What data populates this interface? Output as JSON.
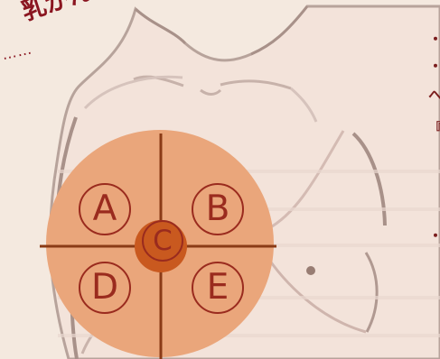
{
  "title_banner": "乳がんので",
  "ellipsis": "……",
  "quadrant_labels": {
    "a": "A",
    "b": "B",
    "c": "C",
    "d": "D",
    "e": "E"
  },
  "edge_text": [
    "・",
    "・",
    "へ",
    "『",
    "・"
  ],
  "colors": {
    "background": "#f4e9df",
    "body_fill": "#f3e3da",
    "body_outline": "#b7a39b",
    "breast_circle": "#eaa67b",
    "nipple_center": "#c9591f",
    "crosshair": "#8a3b16",
    "accent_text": "#8a1520"
  },
  "icons": {
    "torso": "torso-illustration",
    "nipple": "nipple-mark"
  }
}
